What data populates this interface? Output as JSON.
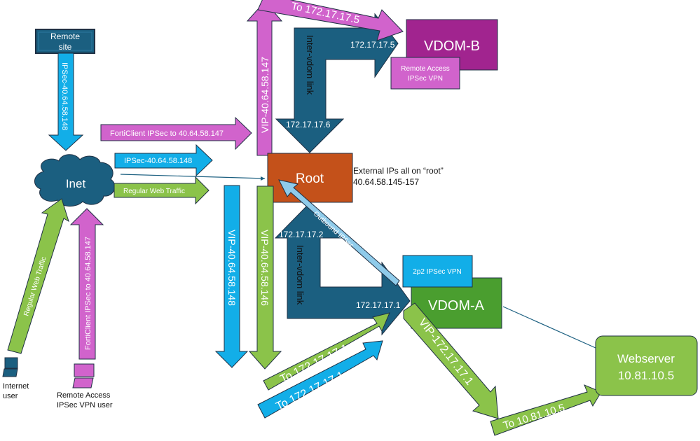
{
  "colors": {
    "navy": "#1b5f80",
    "blue": "#12aee8",
    "lightblue": "#8fcbea",
    "green": "#8bc34a",
    "darkgreen": "#4a9e2f",
    "pink": "#d163cc",
    "purple": "#a1248f",
    "orange": "#c4511a",
    "outline": "#1f3044"
  },
  "nodes": {
    "remote_site": [
      "Remote",
      "site"
    ],
    "inet": "Inet",
    "root": "Root",
    "vdom_b": "VDOM-B",
    "vdom_b_sub": [
      "Remote Access",
      "IPSec VPN"
    ],
    "vdom_a": "VDOM-A",
    "vdom_a_sub": "2p2 IPSec VPN",
    "webserver": [
      "Webserver",
      "10.81.10.5"
    ],
    "internet_user": [
      "Internet",
      "user"
    ],
    "remote_user": [
      "Remote Access",
      "IPSec VPN user"
    ]
  },
  "notes": {
    "external_ips": [
      "External IPs all on “root”",
      "40.64.58.145-157"
    ]
  },
  "arrows": {
    "remote_site_down": "IPSec-40.64.58.148",
    "forticlient_right": "FortiClient IPSec to 40.64.58.147",
    "ipsec_right": "IPSec-40.64.58.148",
    "web_right": "Regular Web Traffic",
    "vip_147_up": "VIP-40.64.58.147",
    "to_vdom_b": "To 172.17.17.5",
    "vip_148_down": "VIP-40.64.58.148",
    "vip_146_down": "VIP-40.64.58.146",
    "user_web_up": "Regular Web Traffic",
    "user_forti_up": "FortiClient IPSec to 40.64.58.147",
    "to_vdom_a_green": "To 172.17.17.1",
    "to_vdom_a_blue": "To 172.17.17.1",
    "vip_172_down": "VIP-172.17.17.1",
    "to_webserver": "To 10.81.10.5",
    "outbound_ipsec": "Outbound IPSec"
  },
  "links": {
    "top": {
      "label": "Inter-vdom link",
      "ip_root": "172.17.17.6",
      "ip_vdom": "172.17.17.5"
    },
    "bottom": {
      "label": "Inter-vdom link",
      "ip_root": "172.17.17.2",
      "ip_vdom": "172.17.17.1"
    }
  }
}
